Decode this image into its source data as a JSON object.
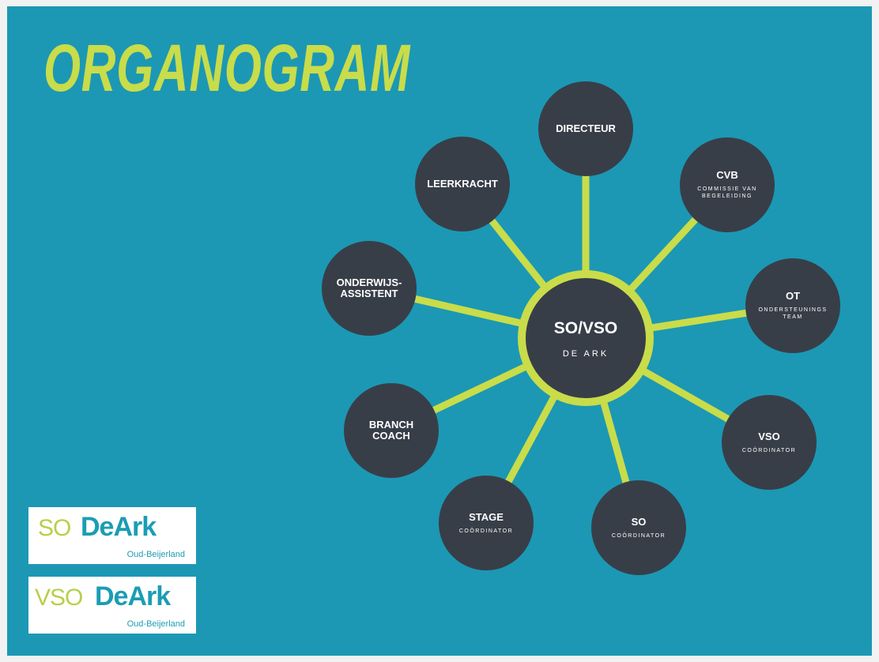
{
  "title": "ORGANOGRAM",
  "colors": {
    "background": "#1c98b4",
    "accent": "#c9dc4a",
    "node": "#383e48",
    "text": "#ffffff"
  },
  "center": {
    "name": "SO/VSO",
    "sub": "DE ARK"
  },
  "nodes": [
    {
      "id": "directeur",
      "name": "DIRECTEUR",
      "sub": ""
    },
    {
      "id": "cvb",
      "name": "CVB",
      "sub": "COMMISSIE VAN\nBEGELEIDING"
    },
    {
      "id": "ot",
      "name": "OT",
      "sub": "ONDERSTEUNINGS\nTEAM"
    },
    {
      "id": "vso",
      "name": "VSO",
      "sub": "COÖRDINATOR"
    },
    {
      "id": "so",
      "name": "SO",
      "sub": "COÖRDINATOR"
    },
    {
      "id": "stage",
      "name": "STAGE",
      "sub": "COÖRDINATOR"
    },
    {
      "id": "branch-coach",
      "name": "BRANCH\nCOACH",
      "sub": ""
    },
    {
      "id": "onderwijsassistent",
      "name": "ONDERWIJS-\nASSISTENT",
      "sub": ""
    },
    {
      "id": "leerkracht",
      "name": "LEERKRACHT",
      "sub": ""
    }
  ],
  "logos": [
    {
      "prefix": "SO",
      "brand": "DeArk",
      "place": "Oud-Beijerland"
    },
    {
      "prefix": "VSO",
      "brand": "DeArk",
      "place": "Oud-Beijerland"
    }
  ]
}
